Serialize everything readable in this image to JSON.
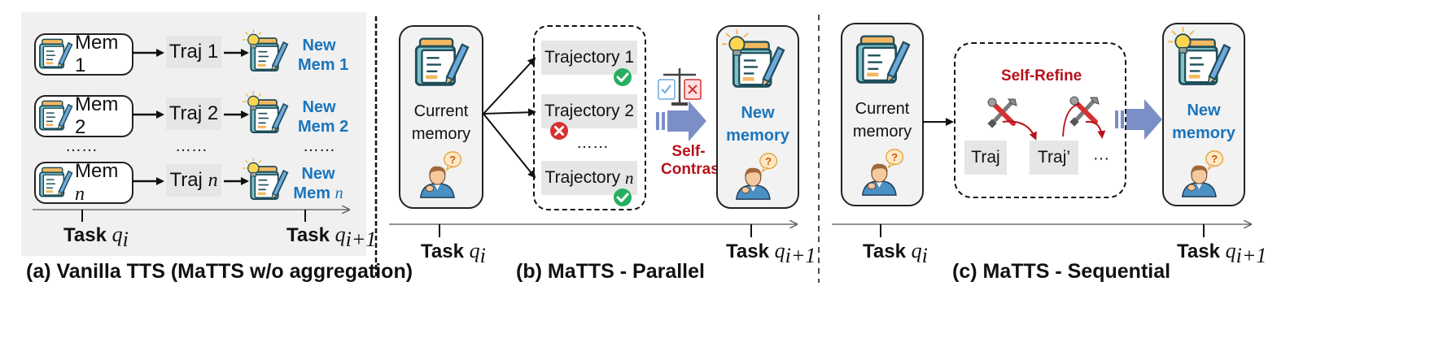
{
  "panel_a": {
    "rows": [
      {
        "mem_prefix": "Mem",
        "mem_index": "1",
        "traj_prefix": "Traj",
        "traj_index": "1",
        "new_line1": "New",
        "new_line2": "Mem 1"
      },
      {
        "mem_prefix": "Mem",
        "mem_index": "2",
        "traj_prefix": "Traj",
        "traj_index": "2",
        "new_line1": "New",
        "new_line2": "Mem 2"
      },
      {
        "mem_prefix": "Mem",
        "mem_index": "n",
        "traj_prefix": "Traj",
        "traj_index": "n",
        "new_line1": "New",
        "new_line2_prefix": "Mem",
        "new_line2_index": "n"
      }
    ],
    "ellipsis": "……",
    "task_label": "Task",
    "task_var": "q",
    "task_sub": "i",
    "task_next_sub": "i+1",
    "caption": "(a) Vanilla TTS (MaTTS w/o aggregation)"
  },
  "panel_b": {
    "memory_line1": "Current",
    "memory_line2": "memory",
    "trajectories": [
      "Trajectory 1",
      "Trajectory 2",
      "Trajectory"
    ],
    "trajectory_n_index": "n",
    "ellipsis": "……",
    "contrast_line1": "Self-",
    "contrast_line2": "Contrast",
    "new_line1": "New",
    "new_line2": "memory",
    "task_label": "Task",
    "task_var": "q",
    "task_sub": "i",
    "task_next_sub": "i+1",
    "caption": "(b) MaTTS - Parallel"
  },
  "panel_c": {
    "memory_line1": "Current",
    "memory_line2": "memory",
    "refine_title": "Self-Refine",
    "traj1": "Traj",
    "traj2": "Traj’",
    "ellipsis": "···",
    "new_line1": "New",
    "new_line2": "memory",
    "task_label": "Task",
    "task_var": "q",
    "task_sub": "i",
    "task_next_sub": "i+1",
    "caption": "(c) MaTTS - Sequential"
  },
  "colors": {
    "new_memory_blue": "#1b75bc",
    "highlight_red": "#b5121b",
    "success_green": "#27ae60",
    "fail_red": "#d63031",
    "big_arrow": "#7b8fc6",
    "panel_a_bg": "#f0f0f0",
    "traj_box": "#e6e6e6"
  },
  "icons": [
    "memory-notebook-icon",
    "lightbulb-notebook-icon",
    "user-question-icon",
    "check-icon",
    "cross-icon",
    "balance-scale-icon",
    "tools-icon"
  ]
}
